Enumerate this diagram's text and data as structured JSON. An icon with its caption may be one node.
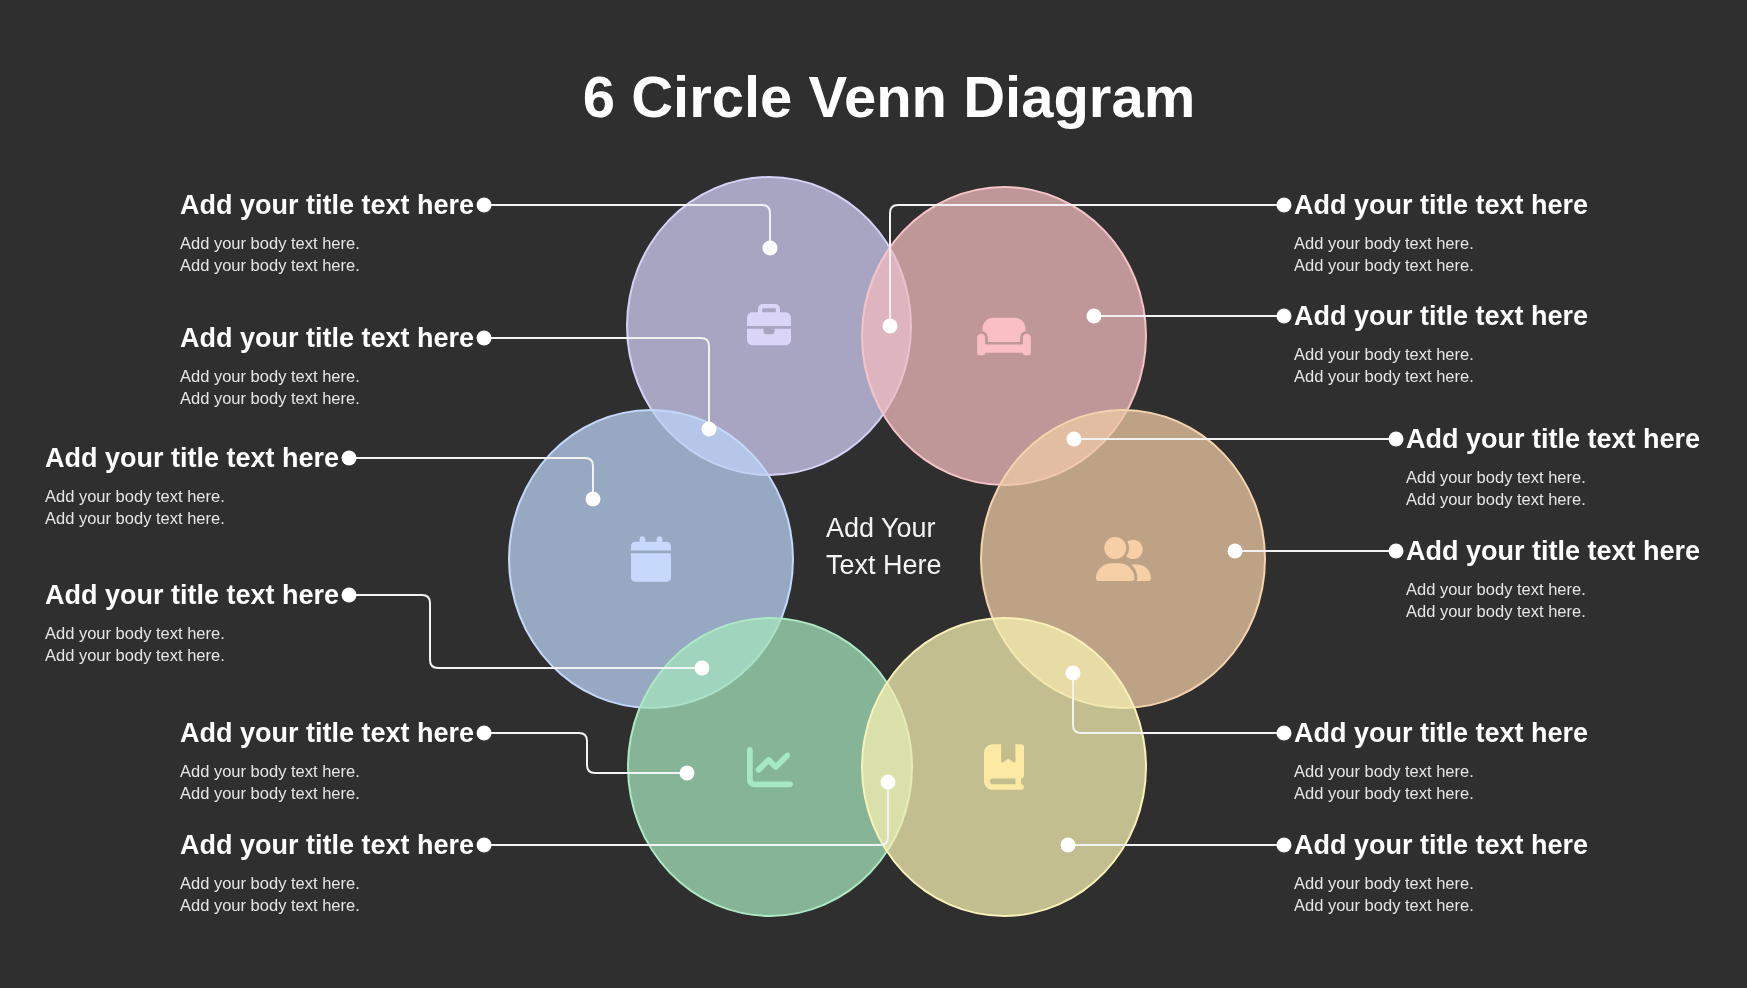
{
  "diagram": {
    "title": "6 Circle Venn Diagram",
    "nodes": [
      {
        "text": [
          "Add your title text here",
          "Add your body text here. Add your body text here."
        ]
      },
      {
        "text": [
          "Add your title text here",
          "Add your body text here. Add your body text here."
        ]
      },
      {
        "text": [
          "Add your title text here",
          "Add your body text here. Add your body text here."
        ]
      },
      {
        "text": [
          "Add your title text here",
          "Add your body text here. Add your body text here."
        ]
      },
      {
        "text": [
          "Add your title text here",
          "Add your body text here. Add your body text here."
        ]
      },
      {
        "text": [
          "Add your title text here",
          "Add your body text here. Add your body text here."
        ]
      },
      {
        "text": [],
        "shape": "circle"
      },
      {
        "text": [],
        "shape": "circle"
      },
      {
        "text": [],
        "shape": "circle"
      },
      {
        "text": [],
        "shape": "circle"
      },
      {
        "text": [],
        "shape": "circle"
      },
      {
        "text": [],
        "shape": "circle"
      },
      {
        "text": [
          "Add your title text here",
          "Add your body text here. Add your body text here."
        ]
      },
      {
        "text": [
          "Add your title text here",
          "Add your body text here. Add your body text here."
        ]
      },
      {
        "text": [
          "Add your title text here",
          "Add your body text here. Add your body text here."
        ]
      },
      {
        "text": [
          "Add your title text here",
          "Add your body text here. Add your body text here."
        ]
      },
      {
        "text": [
          "Add your title text here",
          "Add your body text here. Add your body text here."
        ]
      },
      {
        "text": [
          "Add your title text here",
          "Add your body text here. Add your body text here."
        ]
      }
    ],
    "edges": [
      {
        "from": 0,
        "to": 6,
        "arrow": "other"
      },
      {
        "from": 1,
        "to": 6,
        "arrow": "other"
      },
      {
        "from": 2,
        "to": 8,
        "arrow": "other"
      },
      {
        "from": 3,
        "to": 8,
        "arrow": "other"
      },
      {
        "from": 4,
        "to": 10,
        "arrow": "other"
      },
      {
        "from": 5,
        "to": 10,
        "arrow": "other"
      },
      {
        "from": 12,
        "to": 6,
        "arrow": "other"
      },
      {
        "from": 13,
        "to": 7,
        "arrow": "other"
      },
      {
        "from": 14,
        "to": 7,
        "arrow": "other"
      },
      {
        "from": 15,
        "to": 9,
        "arrow": "other"
      },
      {
        "from": 16,
        "to": 9,
        "arrow": "other"
      },
      {
        "from": 17,
        "to": 11,
        "arrow": "other"
      }
    ],
    "labels": [
      "Add Your Text Here"
    ]
  }
}
